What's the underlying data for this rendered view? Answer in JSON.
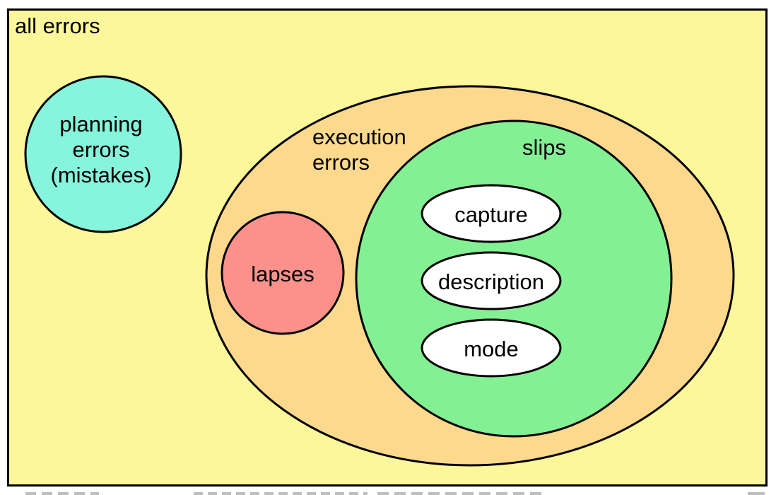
{
  "diagram": {
    "all_errors": {
      "label": "all errors"
    },
    "planning": {
      "line1": "planning",
      "line2": "errors",
      "line3": "(mistakes)"
    },
    "execution": {
      "line1": "execution",
      "line2": "errors"
    },
    "lapses": {
      "label": "lapses"
    },
    "slips": {
      "label": "slips"
    },
    "slip_types": [
      "capture",
      "description",
      "mode"
    ],
    "colors": {
      "all_errors_fill": "#FDF79B",
      "planning_fill": "#87F5DC",
      "execution_fill": "#FCD98D",
      "lapses_fill": "#FC918B",
      "slips_fill": "#83F093",
      "slip_type_fill": "#FFFFFF",
      "outline": "#000000"
    }
  }
}
